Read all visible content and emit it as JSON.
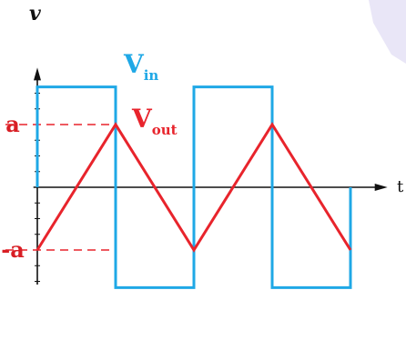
{
  "chart_data": {
    "type": "line",
    "y_axis_symbol": "v",
    "x_axis_symbol": "t",
    "ylim": [
      -1.55,
      1.85
    ],
    "xlim": [
      -0.05,
      4.45
    ],
    "y_tick_labels": [
      {
        "value": 1,
        "text": "a"
      },
      {
        "value": -1,
        "text": "-a"
      }
    ],
    "series": [
      {
        "name": "V",
        "subscript": "in",
        "color": "#1fa8e6",
        "x": [
          0,
          0,
          1,
          1,
          2,
          2,
          3,
          3,
          4,
          4
        ],
        "y": [
          0,
          1.6,
          1.6,
          -1.6,
          -1.6,
          1.6,
          1.6,
          -1.6,
          -1.6,
          0
        ]
      },
      {
        "name": "V",
        "subscript": "out",
        "color": "#e8242c",
        "x": [
          0,
          1,
          2,
          3,
          4
        ],
        "y": [
          -1,
          1,
          -1,
          1,
          -1
        ]
      }
    ],
    "colors": {
      "axis": "#111111",
      "guide": "#e8242c",
      "label_a": "#d81e24",
      "label_in": "#1fa8e6",
      "label_out": "#e8242c",
      "background_accent": "#e9e6f7"
    }
  }
}
